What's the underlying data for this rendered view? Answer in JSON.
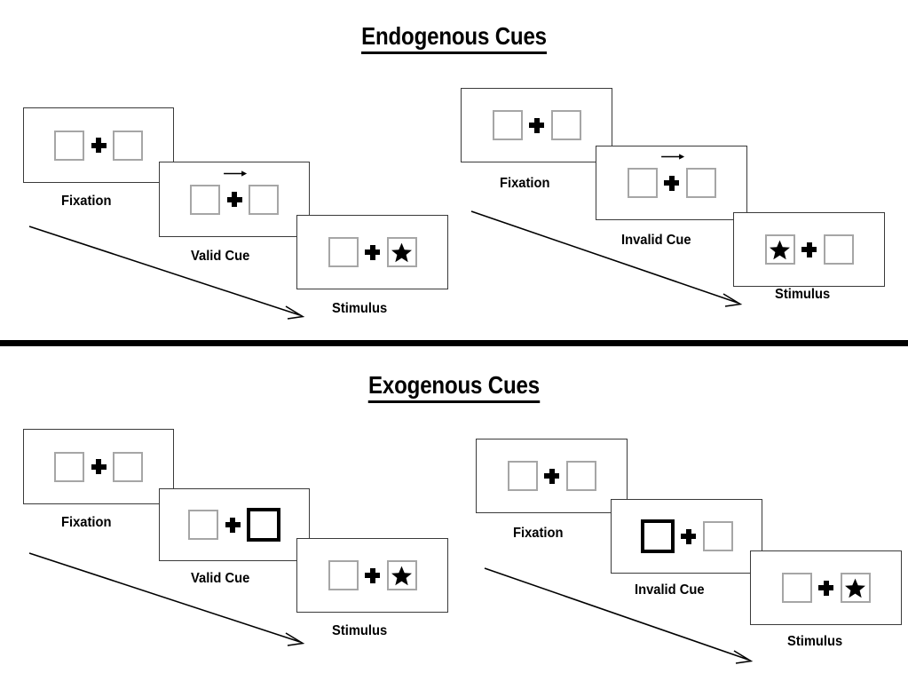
{
  "figure": {
    "title_endogenous": "Endogenous Cues",
    "title_exogenous": "Exogenous Cues",
    "colors": {
      "frame_border": "#3a3a3a",
      "box_border": "#a6a6a6",
      "cued_box_border": "#000000",
      "ink": "#000000",
      "background": "#ffffff"
    }
  },
  "sections": [
    {
      "id": "endogenous",
      "title": "Endogenous Cues",
      "columns": [
        {
          "id": "endogenous-valid",
          "panels": [
            {
              "id": "fixation",
              "label": "Fixation",
              "left_box": "empty",
              "right_box": "empty",
              "cue": "none"
            },
            {
              "id": "valid-cue",
              "label": "Valid Cue",
              "left_box": "empty",
              "right_box": "empty",
              "cue": "arrow-right"
            },
            {
              "id": "stimulus",
              "label": "Stimulus",
              "left_box": "empty",
              "right_box": "star",
              "cue": "none"
            }
          ]
        },
        {
          "id": "endogenous-invalid",
          "panels": [
            {
              "id": "fixation",
              "label": "Fixation",
              "left_box": "empty",
              "right_box": "empty",
              "cue": "none"
            },
            {
              "id": "invalid-cue",
              "label": "Invalid Cue",
              "left_box": "empty",
              "right_box": "empty",
              "cue": "arrow-right"
            },
            {
              "id": "stimulus",
              "label": "Stimulus",
              "left_box": "star",
              "right_box": "empty",
              "cue": "none"
            }
          ]
        }
      ]
    },
    {
      "id": "exogenous",
      "title": "Exogenous Cues",
      "columns": [
        {
          "id": "exogenous-valid",
          "panels": [
            {
              "id": "fixation",
              "label": "Fixation",
              "left_box": "empty",
              "right_box": "empty",
              "cue": "none"
            },
            {
              "id": "valid-cue",
              "label": "Valid Cue",
              "left_box": "empty",
              "right_box": "highlight",
              "cue": "none"
            },
            {
              "id": "stimulus",
              "label": "Stimulus",
              "left_box": "empty",
              "right_box": "star",
              "cue": "none"
            }
          ]
        },
        {
          "id": "exogenous-invalid",
          "panels": [
            {
              "id": "fixation",
              "label": "Fixation",
              "left_box": "empty",
              "right_box": "empty",
              "cue": "none"
            },
            {
              "id": "invalid-cue",
              "label": "Invalid Cue",
              "left_box": "highlight",
              "right_box": "empty",
              "cue": "none"
            },
            {
              "id": "stimulus",
              "label": "Stimulus",
              "left_box": "empty",
              "right_box": "star",
              "cue": "none"
            }
          ]
        }
      ]
    }
  ],
  "labels": {
    "endo_valid": {
      "fixation": "Fixation",
      "cue": "Valid Cue",
      "stimulus": "Stimulus"
    },
    "endo_invalid": {
      "fixation": "Fixation",
      "cue": "Invalid Cue",
      "stimulus": "Stimulus"
    },
    "exo_valid": {
      "fixation": "Fixation",
      "cue": "Valid Cue",
      "stimulus": "Stimulus"
    },
    "exo_invalid": {
      "fixation": "Fixation",
      "cue": "Invalid Cue",
      "stimulus": "Stimulus"
    }
  },
  "icons": {
    "fixation_cross": "plus-icon",
    "cue_arrow": "arrow-right-icon",
    "target": "star-icon",
    "time_flow": "time-arrow-icon"
  }
}
